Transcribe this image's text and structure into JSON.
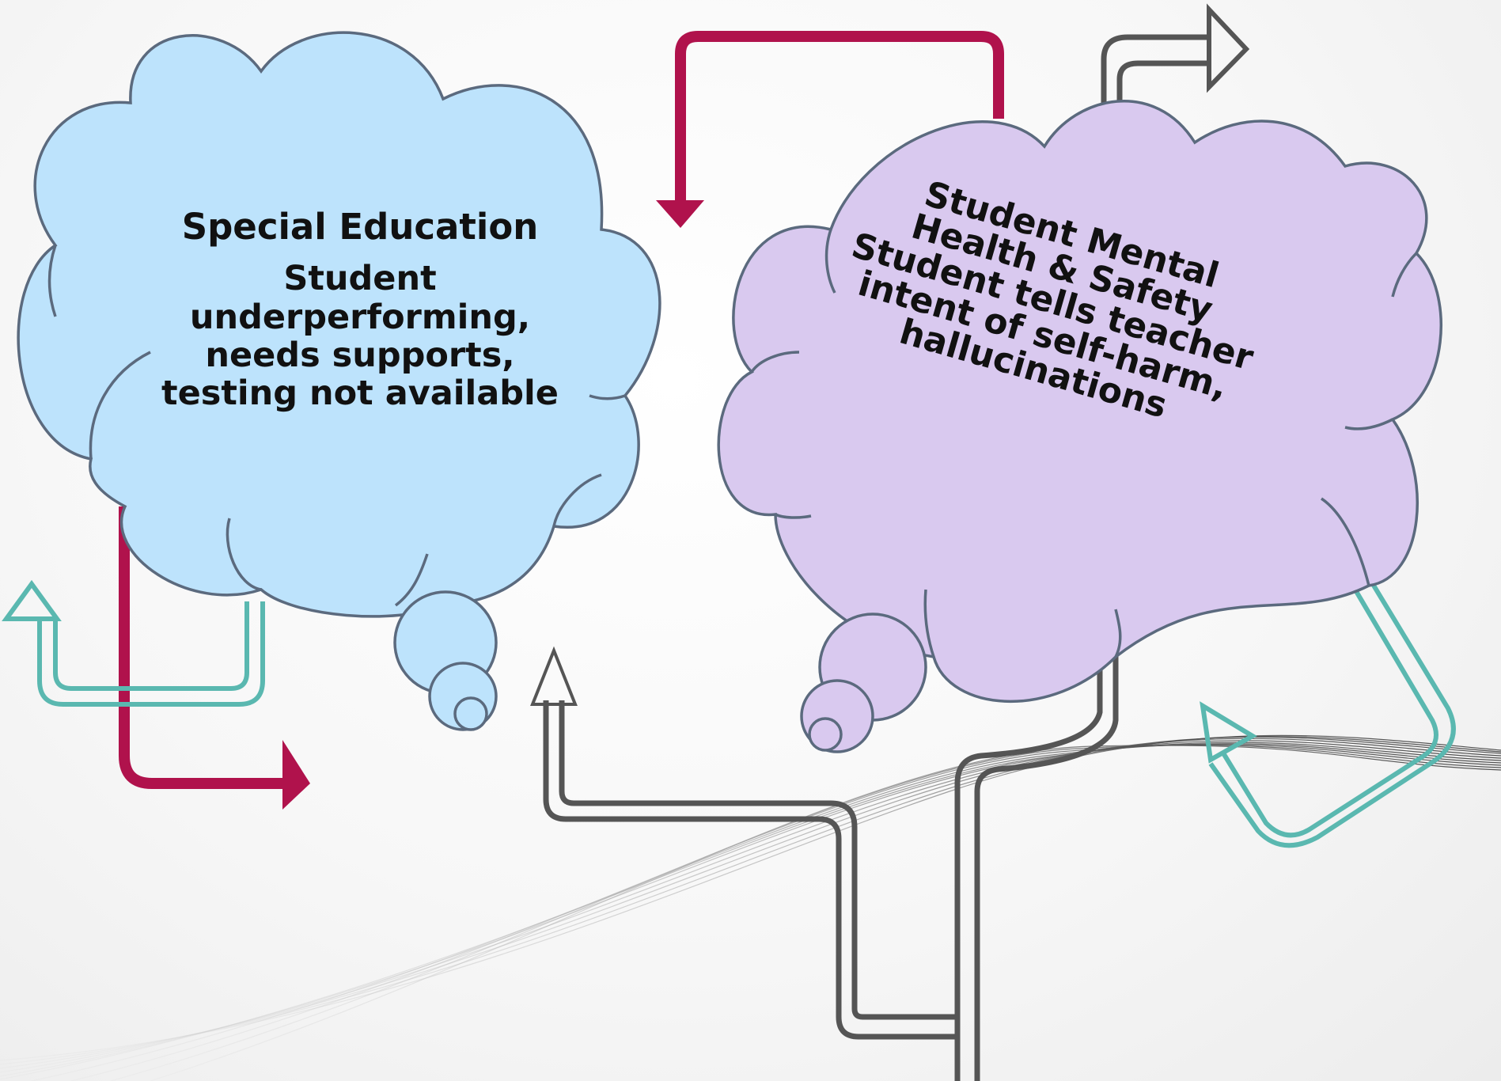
{
  "left_cloud": {
    "title": "Special Education",
    "body": "Student underperforming, needs supports, testing not available",
    "fill_color": "#bde3fc",
    "stroke_color": "#5b6a7e"
  },
  "right_cloud": {
    "title": "Student Mental Health & Safety",
    "body": "Student tells teacher intent of self-harm, hallucinations",
    "fill_color": "#d9c9ef",
    "stroke_color": "#5b6a7e"
  },
  "arrows": {
    "crimson": "#b0124c",
    "teal": "#5ab8b0",
    "dark_gray": "#555555"
  }
}
